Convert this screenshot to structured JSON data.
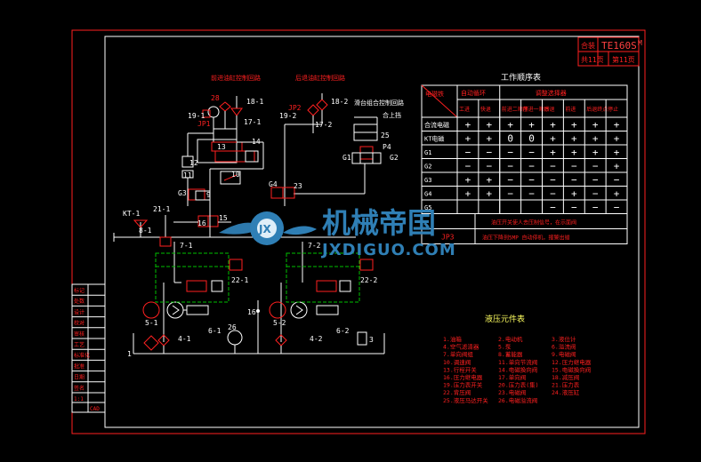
{
  "title_block": {
    "code": "TE160S",
    "code_suffix": "M",
    "label_left": "合装",
    "sheet_left": "共11页",
    "sheet_right": "第11页"
  },
  "work_table": {
    "title": "工作顺序表",
    "header_diag": "电磁铁",
    "col_groups": [
      "自动循环",
      "调整选择器"
    ],
    "col_headers": [
      "工进",
      "快退",
      "前进二顺序",
      "前进一顺序",
      "后退",
      "前进",
      "后退终点",
      "停止"
    ],
    "rows": [
      {
        "label": "合流电磁",
        "cells": [
          "+",
          "+",
          "+",
          "+",
          "+",
          "+",
          "+",
          "+"
        ]
      },
      {
        "label": "KT电磁",
        "cells": [
          "+",
          "+",
          "0",
          "0",
          "+",
          "+",
          "+",
          "+"
        ]
      },
      {
        "label": "G1",
        "cells": [
          "−",
          "−",
          "−",
          "−",
          "+",
          "+",
          "+",
          "+"
        ]
      },
      {
        "label": "G2",
        "cells": [
          "−",
          "−",
          "−",
          "−",
          "−",
          "−",
          "−",
          "+"
        ]
      },
      {
        "label": "G3",
        "cells": [
          "+",
          "+",
          "−",
          "−",
          "−",
          "−",
          "−",
          "−"
        ]
      },
      {
        "label": "G4",
        "cells": [
          "+",
          "+",
          "−",
          "−",
          "−",
          "+",
          "−",
          "+"
        ]
      },
      {
        "label": "G5",
        "cells": [
          "",
          "",
          "",
          "",
          "−",
          "−",
          "−",
          "−"
        ]
      }
    ],
    "note_1": "油压开关使人去压制信号，在示面阀",
    "note_label": "JP3",
    "note_2": "油压下降到5MP 自动停机，报警出错"
  },
  "parts_list": {
    "title": "液压元件表",
    "col1": [
      "1.油箱",
      "4.空气滤清器",
      "7.单向阀组",
      "10.调速阀",
      "13.行程开关",
      "16.压力继电器",
      "19.压力表开关",
      "22.背压阀",
      "25.液压马达开关"
    ],
    "col2": [
      "2.电动机",
      "5.泵",
      "8.蓄能器",
      "11.单向节流阀",
      "14.电磁换向阀",
      "17.单向阀",
      "20.压力表(集)",
      "23.电磁阀",
      "26.电磁溢流阀"
    ],
    "col3": [
      "3.液位计",
      "6.溢流阀",
      "9.电磁阀",
      "12.压力继电器",
      "15.电磁换向阀",
      "18.减压阀",
      "21.压力表",
      "24.液压缸"
    ]
  },
  "left_strip": {
    "items": [
      "标记",
      "处数",
      "设计",
      "校对",
      "审核",
      "工艺",
      "标准化",
      "批准",
      "日期",
      "签名"
    ],
    "scale": "1:1",
    "weight": "CAD"
  },
  "schematic": {
    "labels": {
      "l28": "28",
      "l18_1": "18-1",
      "l17_1": "17-1",
      "l19_1": "19-1",
      "ljp1": "JP1",
      "l18_2": "18-2",
      "l17_2": "17-2",
      "l19_2": "19-2",
      "ljp2": "JP2",
      "l13": "13",
      "l14": "14",
      "l12": "12",
      "l11": "11",
      "l10": "10",
      "l9": "9",
      "lg3": "G3",
      "l16": "16",
      "l15": "15",
      "lg4": "G4",
      "l23": "23",
      "l25": "25",
      "lp4": "P4",
      "lg1": "G1",
      "lg2": "G2",
      "lkt1": "KT-1",
      "l8_1": "8-1",
      "l21_1": "21-1",
      "l7_1": "7-1",
      "l7_2": "7-2",
      "l22_1": "22-1",
      "l22_2": "22-2",
      "l5_1": "5-1",
      "l5_2": "5-2",
      "l6_1": "6-1",
      "l6_2": "6-2",
      "l4_1": "4-1",
      "l4_2": "4-2",
      "l26": "26",
      "l1": "1",
      "l3": "3",
      "l16b": "16"
    },
    "captions": {
      "c1": "前进油缸控制回路",
      "c2": "后退油缸控制回路",
      "c3": "滑台组合控制回路",
      "c4": "合上挡"
    }
  },
  "watermark": {
    "cn": "机械帝国",
    "en": "JXDIGUO.COM",
    "emblem": "JX"
  },
  "colors": {
    "background": "#000000",
    "line": "#ffffff",
    "red": "#ff2020",
    "green": "#00c000",
    "yellow": "#ffff60",
    "watermark": "#2f7fb5"
  }
}
